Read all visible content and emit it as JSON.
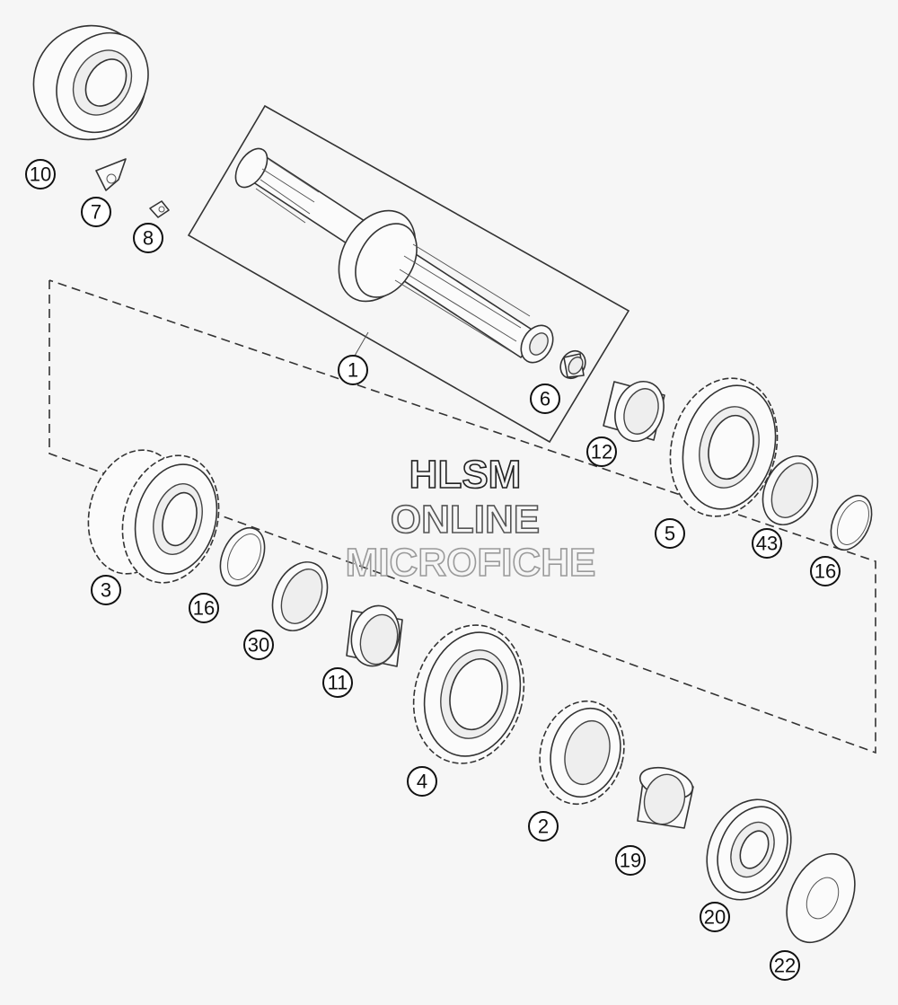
{
  "watermark": {
    "line1": "HLSM",
    "line2": "ONLINE",
    "line3": "MICROFICHE"
  },
  "callouts": [
    {
      "id": "c1",
      "label": "1"
    },
    {
      "id": "c2",
      "label": "2"
    },
    {
      "id": "c3",
      "label": "3"
    },
    {
      "id": "c4",
      "label": "4"
    },
    {
      "id": "c5",
      "label": "5"
    },
    {
      "id": "c6",
      "label": "6"
    },
    {
      "id": "c7",
      "label": "7"
    },
    {
      "id": "c8",
      "label": "8"
    },
    {
      "id": "c10",
      "label": "10"
    },
    {
      "id": "c11",
      "label": "11"
    },
    {
      "id": "c12",
      "label": "12"
    },
    {
      "id": "c16a",
      "label": "16"
    },
    {
      "id": "c16b",
      "label": "16"
    },
    {
      "id": "c19",
      "label": "19"
    },
    {
      "id": "c20",
      "label": "20"
    },
    {
      "id": "c22",
      "label": "22"
    },
    {
      "id": "c30",
      "label": "30"
    },
    {
      "id": "c43",
      "label": "43"
    }
  ]
}
